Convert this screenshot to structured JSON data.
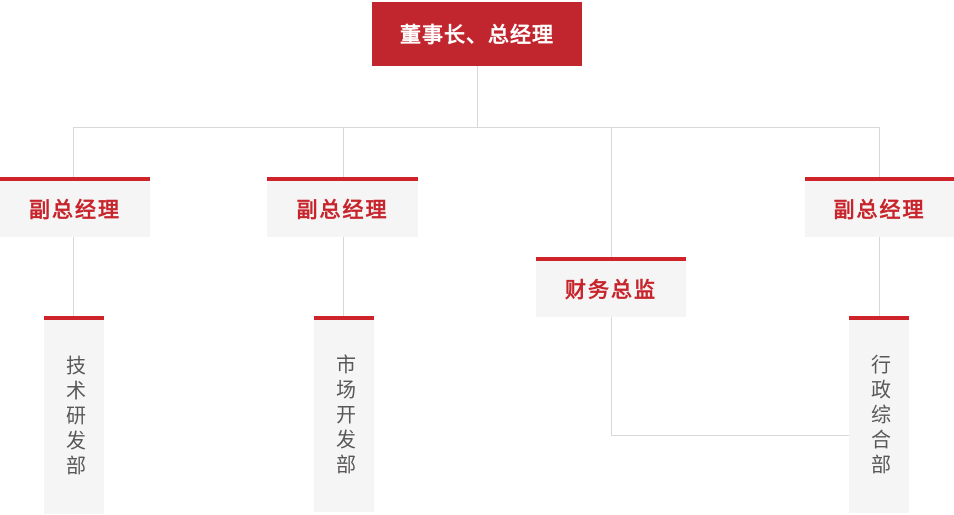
{
  "palette": {
    "root_fill_red": "#c1262e",
    "accent_border_red": "#ce2329",
    "text_red": "#c7242c",
    "node_bg_gray": "#f5f5f5",
    "connector_gray": "#d8d8d8",
    "dept_text_gray": "#595757",
    "page_bg": "#ffffff"
  },
  "org_chart": {
    "type": "org-tree",
    "root": {
      "label": "董事长、总经理"
    },
    "level2": [
      {
        "label": "副总经理"
      },
      {
        "label": "副总经理"
      },
      {
        "label": "财务总监"
      },
      {
        "label": "副总经理"
      }
    ],
    "departments": [
      {
        "label": "技术研发部"
      },
      {
        "label": "市场开发部"
      },
      {
        "label": "行政综合部"
      }
    ],
    "edges": [
      "root -> level2.0",
      "root -> level2.1",
      "root -> level2.2",
      "root -> level2.3",
      "level2.0 -> departments.0",
      "level2.1 -> departments.1",
      "level2.2 -> departments.2",
      "level2.3 -> departments.2"
    ]
  }
}
